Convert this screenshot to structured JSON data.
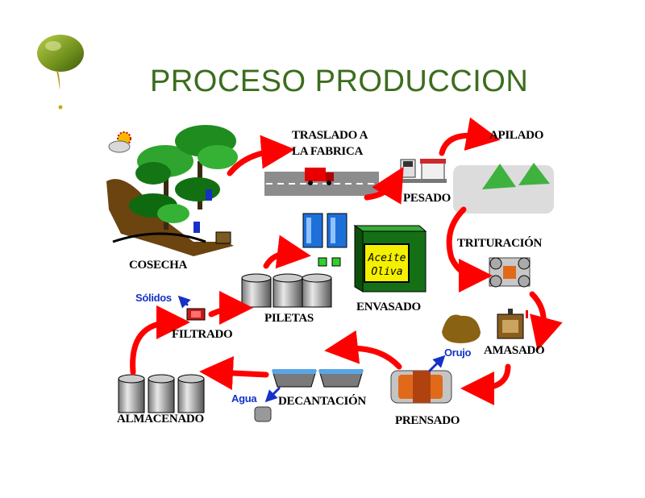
{
  "title": "PROCESO PRODUCCION",
  "steps": {
    "cosecha": "COSECHA",
    "traslado_line1": "TRASLADO A",
    "traslado_line2": "LA FABRICA",
    "pesado": "PESADO",
    "apilado": "APILADO",
    "trituracion": "TRITURACIÓN",
    "amasado": "AMASADO",
    "prensado": "PRENSADO",
    "decantacion": "DECANTACIÓN",
    "almacenado": "ALMACENADO",
    "filtrado": "FILTRADO",
    "piletas": "PILETAS",
    "envasado": "ENVASADO"
  },
  "byproducts": {
    "solidos": "Sólidos",
    "orujo": "Orujo",
    "agua": "Agua"
  },
  "product_label": {
    "line1": "Aceite",
    "line2": "Oliva"
  },
  "colors": {
    "title": "#3b6d1e",
    "arrow": "#ff0000",
    "byproduct_arrow": "#1531c8",
    "olive": "#6f8f1c"
  }
}
